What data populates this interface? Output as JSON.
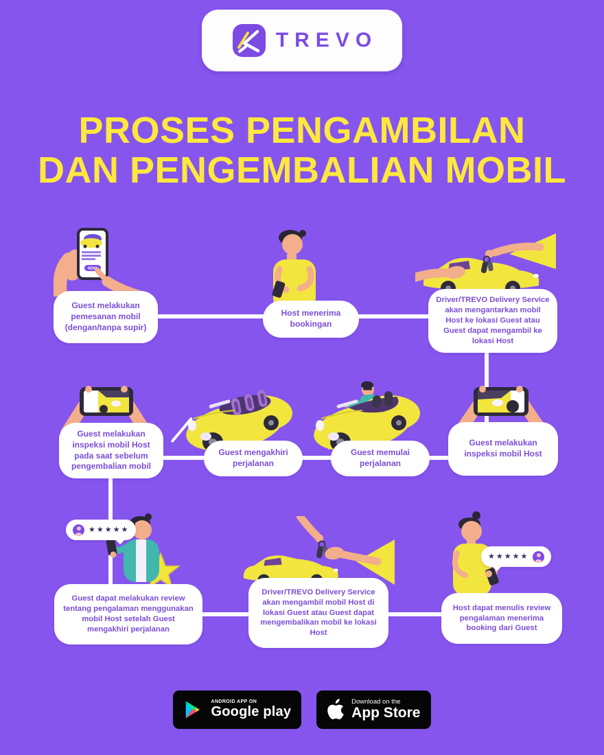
{
  "colors": {
    "background": "#8655EE",
    "accent_purple": "#7C4BE4",
    "title_yellow": "#FFE83D",
    "art_yellow": "#F2E53E",
    "bubble_text_purple": "#7B4ED6",
    "connector_white": "#FCFBFE",
    "badge_black": "#060606"
  },
  "brand": {
    "name": "TREVO"
  },
  "title": {
    "line1": "PROSES PENGAMBILAN",
    "line2": "DAN PENGEMBALIAN MOBIL"
  },
  "steps": [
    {
      "label": "Guest melakukan pemesanan mobil (dengan/tanpa supir)"
    },
    {
      "label": "Host menerima bookingan"
    },
    {
      "label": "Driver/TREVO Delivery Service akan mengantarkan mobil Host ke lokasi Guest atau Guest dapat mengambil ke lokasi Host"
    },
    {
      "label": "Guest melakukan inspeksi mobil Host"
    },
    {
      "label": "Guest memulai perjalanan"
    },
    {
      "label": "Guest mengakhiri perjalanan"
    },
    {
      "label": "Guest melakukan inspeksi mobil Host pada saat sebelum pengembalian mobil"
    },
    {
      "label": "Guest dapat melakukan review tentang pengalaman menggunakan mobil Host setelah Guest mengakhiri perjalanan"
    },
    {
      "label": "Driver/TREVO Delivery Service akan mengambil mobil Host di lokasi Guest atau Guest dapat mengembalikan mobil ke lokasi Host"
    },
    {
      "label": "Host dapat menulis review pengalaman menerima booking dari Guest"
    }
  ],
  "illustrations": {
    "phone_cta": "SEWA"
  },
  "review": {
    "stars": "★★★★★"
  },
  "footer": {
    "google_play": {
      "tagline": "ANDROID APP ON",
      "store": "Google play"
    },
    "app_store": {
      "tagline": "Download on the",
      "store": "App Store"
    }
  }
}
